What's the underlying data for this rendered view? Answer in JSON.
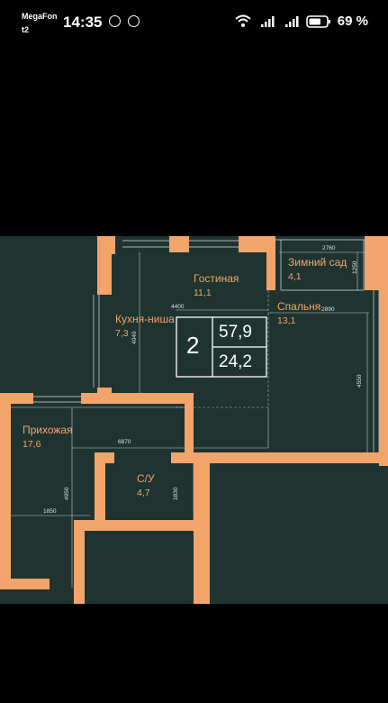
{
  "status_bar": {
    "carrier": "MegaFon",
    "network": "t2",
    "time": "14:35",
    "battery_percent": "69 %",
    "icons": [
      "whatsapp-icon",
      "whatsapp-icon",
      "wifi-icon",
      "signal-icon",
      "signal-icon",
      "battery-icon"
    ]
  },
  "plan": {
    "colors": {
      "background": "#1f3431",
      "walls": "#f2a46a",
      "dimension_lines": "#d7e1de",
      "screen": "#000000"
    },
    "rooms": [
      {
        "name": "Гостиная",
        "area": "11,1"
      },
      {
        "name": "Зимний сад",
        "area": "4,1"
      },
      {
        "name": "Спальня",
        "area": "13,1"
      },
      {
        "name": "Кухня-ниша",
        "area": "7,3"
      },
      {
        "name": "Прихожая",
        "area": "17,6"
      },
      {
        "name": "С/У",
        "area": "4,7"
      }
    ],
    "badge": {
      "rooms": "2",
      "total_area": "57,9",
      "living_area": "24,2"
    },
    "dimensions": {
      "winter_garden_width": "2760",
      "winter_garden_depth": "1250",
      "living_width": "4400",
      "bedroom_width": "2890",
      "kitchen_depth": "4040",
      "bedroom_depth": "4550",
      "hall_width": "6870",
      "hall_depth": "4950",
      "hall_stub": "1850",
      "bathroom_depth": "1830"
    }
  }
}
